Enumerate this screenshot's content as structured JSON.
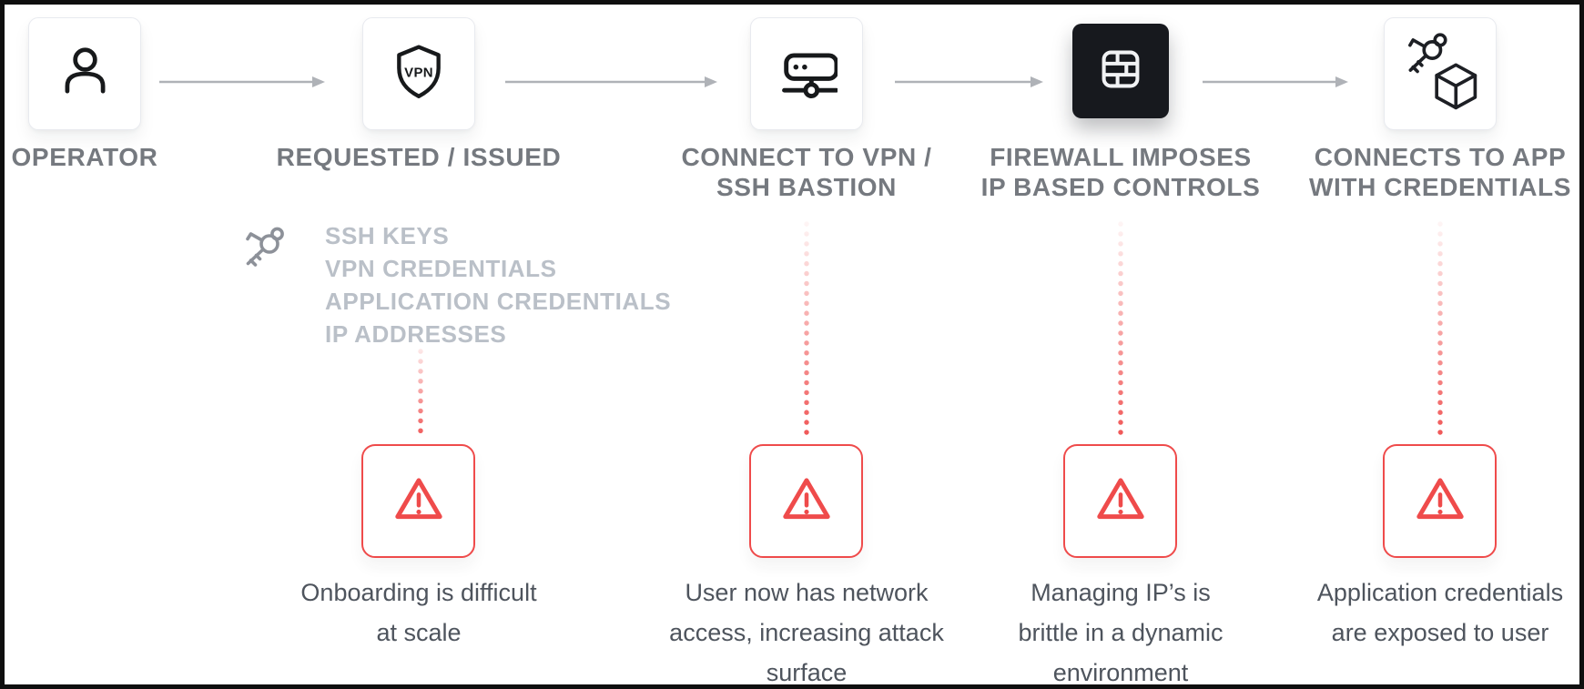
{
  "colors": {
    "accent_red": "#ef4b4b",
    "arrow_gray": "#afb2b7",
    "title_gray": "#75797f",
    "credential_gray": "#bac0c8",
    "caption_gray": "#4e545d",
    "firewall_card_bg": "#17191e",
    "card_border": "#e8eaef",
    "frame_border": "#0f0f0f"
  },
  "icons": {
    "vpn_label": "VPN"
  },
  "steps": [
    {
      "id": "operator",
      "icon": "user-icon",
      "title_lines": {
        "line1": "OPERATOR"
      }
    },
    {
      "id": "requested-issued",
      "icon": "vpn-shield-icon",
      "title_lines": {
        "line1": "REQUESTED / ISSUED"
      },
      "credentials": {
        "item1": "SSH KEYS",
        "item2": "VPN CREDENTIALS",
        "item3": "APPLICATION CREDENTIALS",
        "item4": "IP ADDRESSES"
      },
      "caption_lines": {
        "line1": "Onboarding is difficult",
        "line2": "at scale"
      }
    },
    {
      "id": "connect-vpn-ssh-bastion",
      "icon": "server-network-icon",
      "title_lines": {
        "line1": "CONNECT TO VPN /",
        "line2": "SSH BASTION"
      },
      "caption_lines": {
        "line1": "User now has network",
        "line2": "access, increasing attack",
        "line3": "surface"
      }
    },
    {
      "id": "firewall-ip-controls",
      "icon": "firewall-icon",
      "title_lines": {
        "line1": "FIREWALL IMPOSES",
        "line2": "IP BASED CONTROLS"
      },
      "caption_lines": {
        "line1": "Managing IP’s is",
        "line2": "brittle in a dynamic",
        "line3": "environment"
      }
    },
    {
      "id": "connects-to-app",
      "icon": "keys-cube-icon",
      "title_lines": {
        "line1": "CONNECTS TO APP",
        "line2": "WITH CREDENTIALS"
      },
      "caption_lines": {
        "line1": "Application credentials",
        "line2": "are exposed to user"
      }
    }
  ]
}
